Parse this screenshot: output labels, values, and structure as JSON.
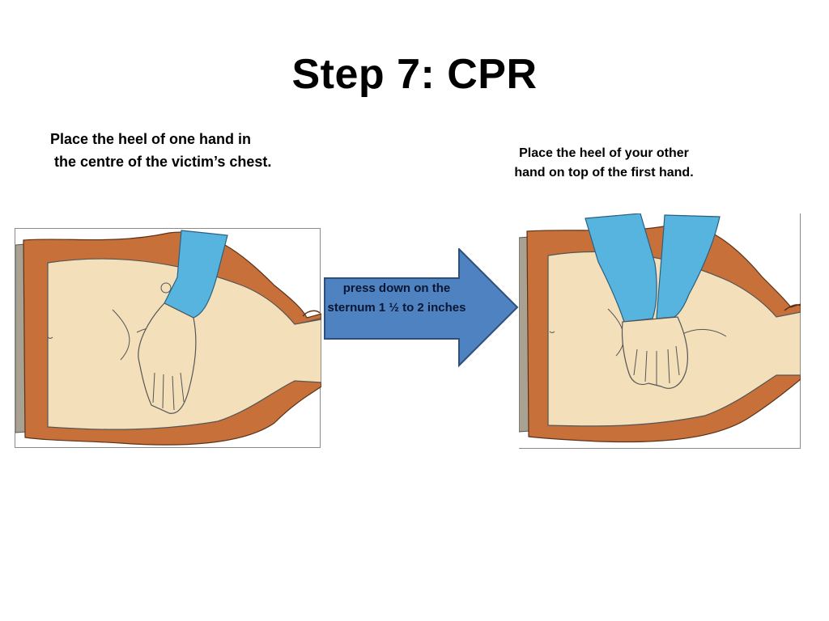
{
  "slide": {
    "title": "Step 7: CPR",
    "left_caption": "Place the heel of one hand in\n the centre of the victim’s chest.",
    "right_caption": "Place the heel of your other\nhand on top of the first hand.",
    "arrow_text": "press down on the\nsternum 1 ½ to 2 inches"
  },
  "colors": {
    "skin": "#f3e0bb",
    "clothing": "#c8703a",
    "sleeve": "#56b4df",
    "arrow_fill": "#4f82c0",
    "arrow_stroke": "#2c4f7c",
    "ground": "#a9a293"
  },
  "icons": [
    "cpr-one-hand-illustration",
    "cpr-two-hands-illustration",
    "right-arrow-icon"
  ]
}
